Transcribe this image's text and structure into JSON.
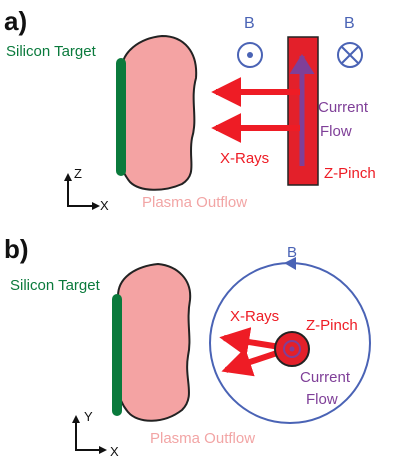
{
  "panels": [
    {
      "panel_label": "a)",
      "target_label": "Silicon Target",
      "outflow_label": "Plasma Outflow",
      "field_out_label": "B",
      "field_in_label": "B",
      "current_label_line1": "Current",
      "current_label_line2": "Flow",
      "xrays_label": "X-Rays",
      "pinch_label": "Z-Pinch",
      "axis_vertical": "Z",
      "axis_horizontal": "X"
    },
    {
      "panel_label": "b)",
      "target_label": "Silicon Target",
      "outflow_label": "Plasma Outflow",
      "field_label": "B",
      "xrays_label": "X-Rays",
      "pinch_label": "Z-Pinch",
      "current_label_line1": "Current",
      "current_label_line2": "Flow",
      "axis_vertical": "Y",
      "axis_horizontal": "X"
    }
  ],
  "colors": {
    "target": "#0a7a3c",
    "plasma": "#f4a3a3",
    "xray": "#ee1c25",
    "pinch": "#e3202a",
    "field": "#4a63b5",
    "current": "#7f3f98",
    "outflow_text": "#f2a5a5",
    "outline": "#222222"
  }
}
